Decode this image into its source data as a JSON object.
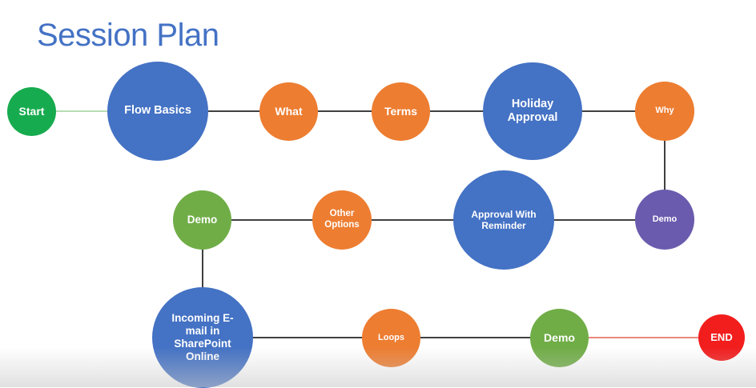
{
  "slide": {
    "title": "Session Plan"
  },
  "nodes": {
    "start": "Start",
    "flow_basics": "Flow Basics",
    "what": "What",
    "terms": "Terms",
    "holiday_approval": "Holiday Approval",
    "why": "Why",
    "demo_1": "Demo",
    "approval_with_reminder": "Approval With Reminder",
    "other_options": "Other Options",
    "demo_2": "Demo",
    "incoming_email": "Incoming E-mail in SharePoint Online",
    "loops": "Loops",
    "demo_3": "Demo",
    "end": "END"
  },
  "colors": {
    "title": "#4472C4",
    "green": "#17AB4F",
    "blue": "#4472C4",
    "orange": "#ED7D31",
    "olive": "#70AD47",
    "purple": "#6A5BAE",
    "red": "#F21D1D"
  }
}
